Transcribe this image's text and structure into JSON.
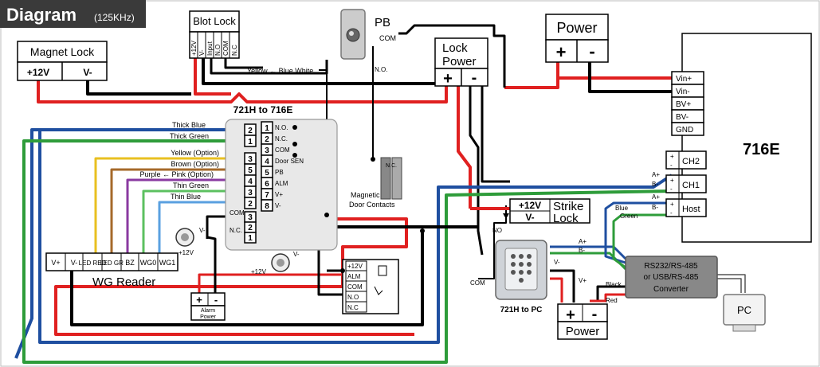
{
  "header": {
    "title": "Diagram",
    "subtitle": "(125KHz)"
  },
  "magnet_lock": {
    "title": "Magnet Lock",
    "plus": "+12V",
    "minus": "V-"
  },
  "blot_lock": {
    "title": "Blot Lock",
    "pins": [
      "+12V",
      "V-",
      "Input",
      "N.O",
      "COM",
      "N.C"
    ]
  },
  "pb": {
    "title": "PB",
    "com": "COM",
    "no": "N.O."
  },
  "lock_power": {
    "title_line1": "Lock",
    "title_line2": "Power",
    "plus": "+",
    "minus": "-"
  },
  "power_top": {
    "title": "Power",
    "plus": "+",
    "minus": "-"
  },
  "yellow_blue_white": "Yellow ← Blue White",
  "center_title": "721H to 716E",
  "terminals_a": [
    "N.O.",
    "N.C.",
    "COM",
    "Door SEN",
    "PB",
    "ALM",
    "V+",
    "V-"
  ],
  "terminals_a_nums": [
    "1",
    "2",
    "3",
    "4",
    "5",
    "6",
    "7",
    "8"
  ],
  "terminals_b": {
    "nums": [
      "2",
      "1",
      "3",
      "5",
      "4",
      "3",
      "2",
      "1"
    ]
  },
  "terminals_c": {
    "label": "COM",
    "nc": "N.C.",
    "nums": [
      "3",
      "2",
      "1"
    ]
  },
  "wire_labels": [
    "Thick Blue",
    "Thick Green",
    "Yellow (Option)",
    "Brown (Option)",
    "Purple ← Pink (Option)",
    "Thin Green",
    "Thin Blue"
  ],
  "door_contacts": {
    "label_line1": "Magnetic",
    "label_line2": "Door Contacts",
    "nc": "N.C."
  },
  "wg_reader": {
    "title": "WG Reader",
    "pins": [
      "V+",
      "V-",
      "LED RED",
      "LED GR",
      "BZ",
      "WG0",
      "WG1"
    ]
  },
  "alarm_power": {
    "plus": "+",
    "minus": "-",
    "label_line1": "Alarm",
    "label_line2": "Power"
  },
  "relay": {
    "pins": [
      "+12V",
      "ALM",
      "COM",
      "N.O",
      "N.C"
    ]
  },
  "siren_labels": {
    "v1": "V-",
    "p1": "+12V",
    "v2": "V-",
    "p2": "+12V"
  },
  "strike_lock": {
    "plus": "+12V",
    "minus": "V-",
    "title_line1": "Strike",
    "title_line2": "Lock",
    "no": "NO",
    "com": "COM"
  },
  "controller_716e": {
    "title": "716E",
    "pins": [
      "Vin+",
      "Vin-",
      "BV+",
      "BV-",
      "GND"
    ],
    "ch1": "CH1",
    "ch2": "CH2",
    "host": "Host"
  },
  "bus_labels": [
    "A+",
    "B-",
    "A+",
    "B-",
    "A+",
    "B-"
  ],
  "host_wires": {
    "blue": "Blue",
    "green": "Green"
  },
  "pc_label": "721H to PC",
  "wiring_labels": {
    "v_minus": "V-",
    "v_plus": "V+",
    "black": "Black",
    "red": "Red"
  },
  "converter": {
    "line1": "RS232/RS-485",
    "line2": "or USB/RS-485",
    "line3": "Converter"
  },
  "pc": {
    "label": "PC"
  },
  "power_bottom": {
    "title": "Power",
    "plus": "+",
    "minus": "-"
  },
  "colors": {
    "red": "#e02020",
    "blue": "#1f4fa0",
    "green": "#2e9c3a",
    "black": "#000000",
    "yellow": "#e8c020",
    "brown": "#a5692a",
    "purple": "#8a3aa0",
    "thin_green": "#5cc060",
    "thin_blue": "#5aa0e0"
  }
}
